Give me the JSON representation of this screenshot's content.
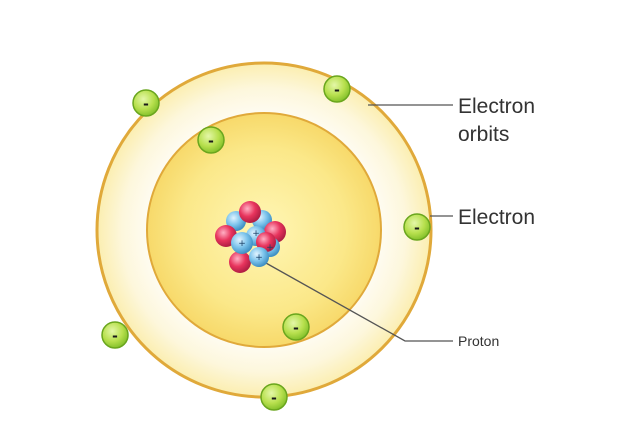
{
  "labels": {
    "electron_orbits_line1": "Electron",
    "electron_orbits_line2": "orbits",
    "electron": "Electron",
    "proton": "Proton"
  },
  "signs": {
    "electron": "-",
    "proton": "+"
  },
  "electron_count": 7,
  "colors": {
    "outer_orbit_fill": "#fdf6d2",
    "outer_orbit_stroke": "#e0a93a",
    "inner_orbit_fill": "#fbe68c",
    "inner_orbit_stroke": "#e0a93a",
    "electron_fill": "#b8e04e",
    "electron_stroke": "#6aa61e",
    "proton_fill": "#e8345d",
    "neutron_fill": "#7cc4ec",
    "pointer_line": "#555555"
  }
}
